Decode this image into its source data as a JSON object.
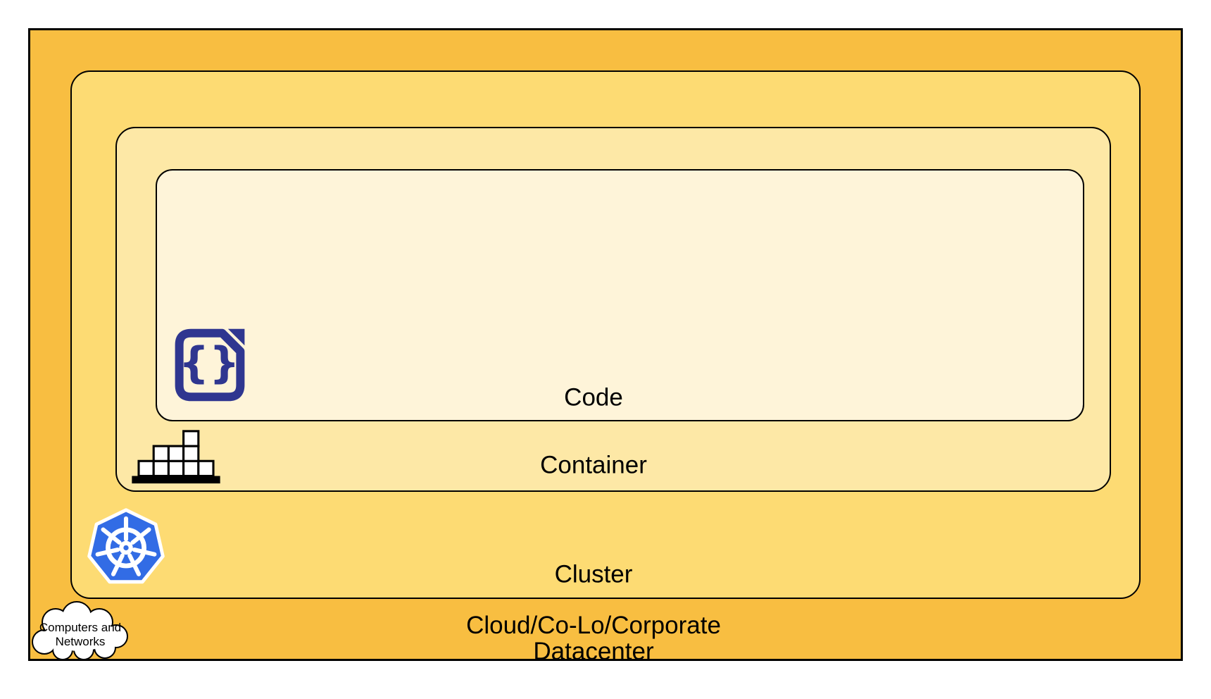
{
  "diagram": {
    "type": "nested-layers",
    "layers": [
      {
        "name": "datacenter",
        "label": "Cloud/Co-Lo/Corporate Datacenter",
        "label_line1": "Cloud/Co-Lo/Corporate",
        "label_line2": "Datacenter",
        "fill": "#F8BE41",
        "icon": "cloud-icon"
      },
      {
        "name": "cluster",
        "label": "Cluster",
        "fill": "#FDDB73",
        "icon": "kubernetes-icon"
      },
      {
        "name": "container",
        "label": "Container",
        "fill": "#FDE8A6",
        "icon": "container-stack-icon"
      },
      {
        "name": "code",
        "label": "Code",
        "fill": "#FEF4D9",
        "icon": "code-file-icon"
      }
    ],
    "cloud_callout": {
      "line1": "Computers and",
      "line2": "Networks"
    },
    "colors": {
      "border": "#000000",
      "text": "#000000",
      "code_icon_navy": "#2F3690",
      "kubernetes_blue": "#326CE5",
      "container_box_fill": "#FFFFFF",
      "container_base": "#000000",
      "cloud_fill": "#FFFFFF",
      "page_background": "#FFFFFF"
    }
  }
}
